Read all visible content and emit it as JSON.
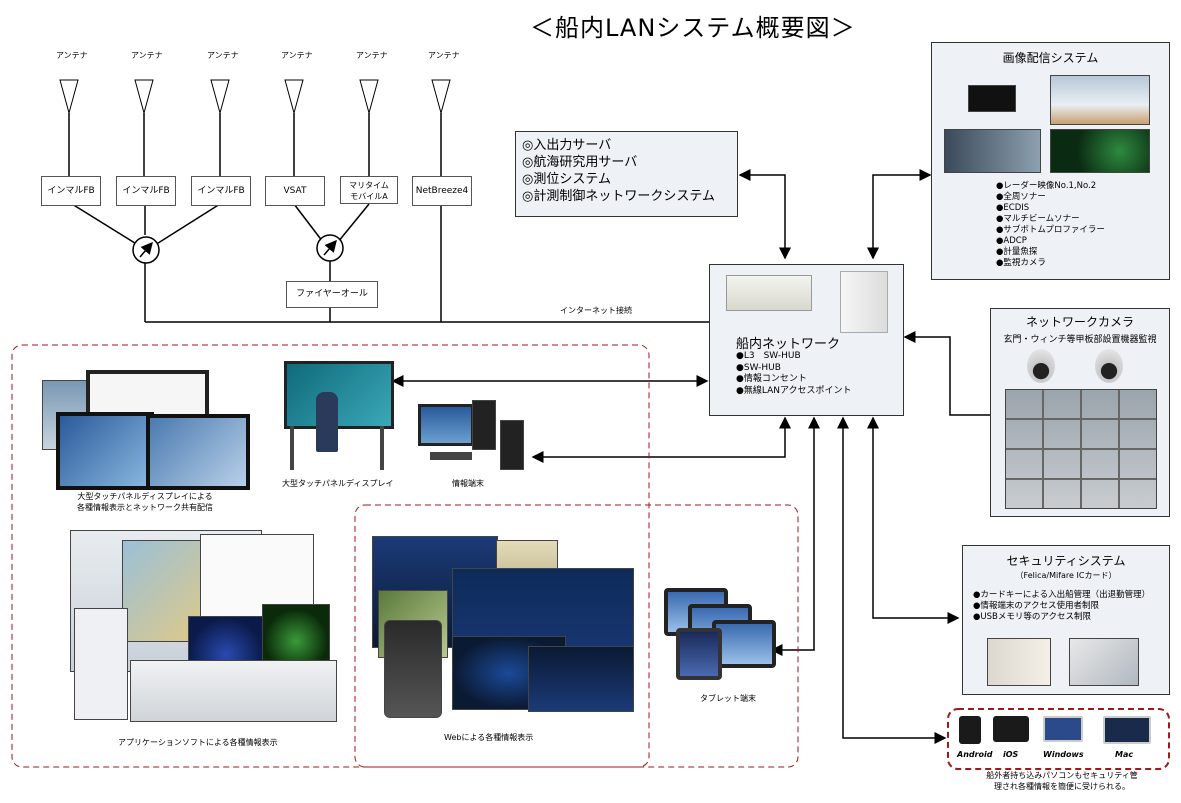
{
  "title": "＜船内LANシステム概要図＞",
  "antenna_label": "アンテナ",
  "antennas": [
    {
      "label": "インマルFB"
    },
    {
      "label": "インマルFB"
    },
    {
      "label": "インマルFB"
    },
    {
      "label": "VSAT"
    },
    {
      "label": "マリタイム\nモバイルA"
    },
    {
      "label": "NetBreeze4"
    }
  ],
  "firewall_label": "ファイヤーオール",
  "internet_label": "インターネット接続",
  "servers": {
    "items": [
      "◎入出力サーバ",
      "◎航海研究用サーバ",
      "◎測位システム",
      "◎計測制御ネットワークシステム"
    ]
  },
  "image_system": {
    "title": "画像配信システム",
    "items": [
      "●レーダー映像No.1,No.2",
      "●全周ソナー",
      "●ECDIS",
      "●マルチビームソナー",
      "●サブボトムプロファイラー",
      "●ADCP",
      "●計量魚探",
      "●監視カメラ"
    ]
  },
  "network": {
    "title": "船内ネットワーク",
    "items": [
      "●L3　SW-HUB",
      "●SW-HUB",
      "●情報コンセント",
      "●無線LANアクセスポイント"
    ]
  },
  "camera_system": {
    "title": "ネットワークカメラ",
    "subtitle": "玄門・ウィンチ等甲板部設置機器監視"
  },
  "security": {
    "title": "セキュリティシステム",
    "subtitle": "（Felica/Mifare ICカード）",
    "items": [
      "●カードキーによる入出船管理（出退勤管理）",
      "●情報端末のアクセス使用者制限",
      "●USBメモリ等のアクセス制限"
    ]
  },
  "devices": {
    "items": [
      "Android",
      "iOS",
      "Windows",
      "Mac"
    ],
    "caption1": "船外者持ち込みパソコンもセキュリティ管",
    "caption2": "理され各種情報を簡便に受けられる。"
  },
  "captions": {
    "touch_left_1": "大型タッチパネルディスプレイによる",
    "touch_left_2": "各種情報表示とネットワーク共有配信",
    "touch_display": "大型タッチパネルディスプレイ",
    "info_terminal": "情報端末",
    "app_software": "アプリケーションソフトによる各種情報表示",
    "web": "Webによる各種情報表示",
    "tablet": "タブレット端末"
  },
  "colors": {
    "dashed_border": "#a01818",
    "box_bg": "#eef1f6",
    "screen_blue": "#1b3a78",
    "dark_panel": "#0b1a33"
  }
}
